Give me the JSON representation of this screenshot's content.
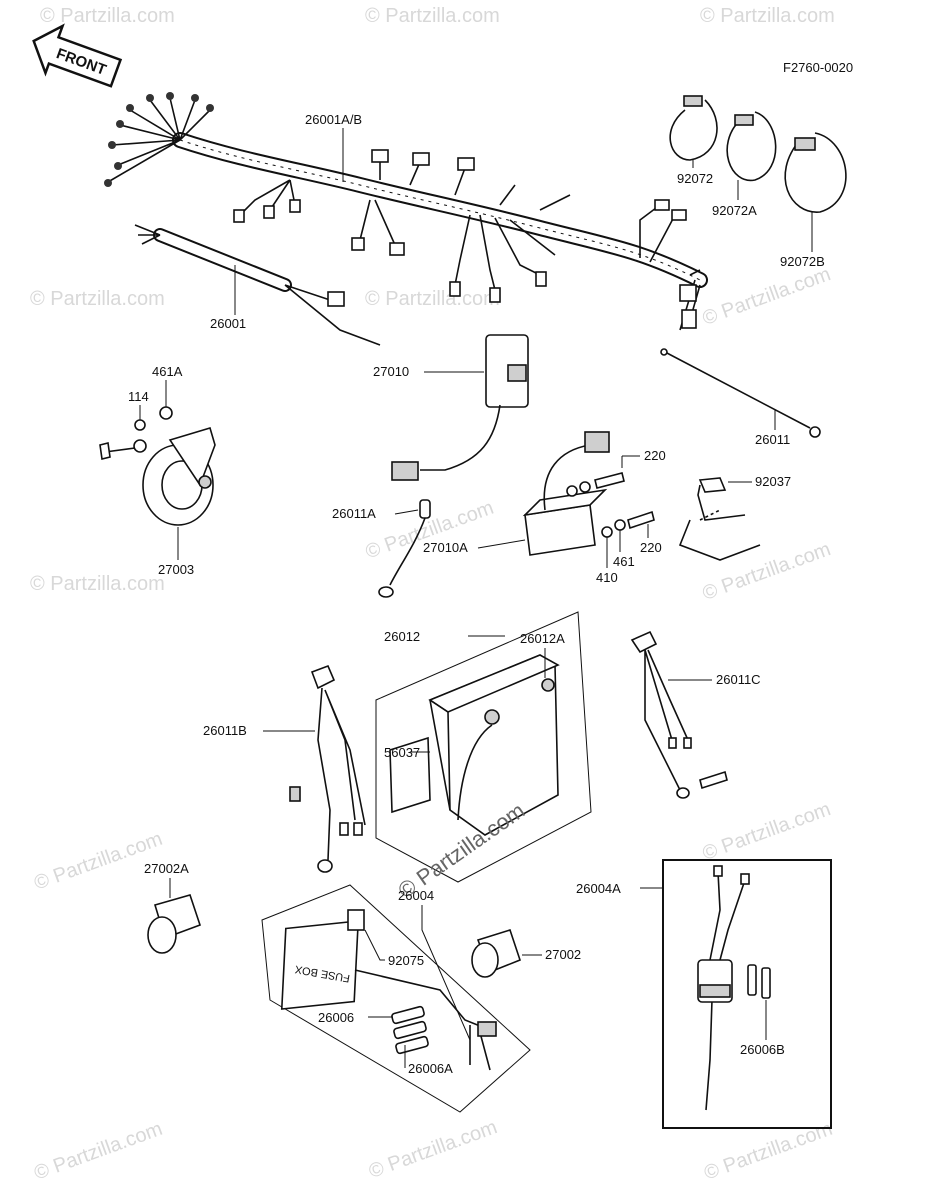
{
  "diagram_code": "F2760-0020",
  "front_label": "FRONT",
  "watermark": "© Partzilla.com",
  "center_watermark": "© Partzilla.com",
  "labels": {
    "harness_main": "26001A/B",
    "harness_sub": "26001",
    "band_a": "92072",
    "band_b": "92072A",
    "band_c": "92072B",
    "rectifier": "27010",
    "lead_ground": "26011",
    "bolt_114": "114",
    "nut_461a": "461A",
    "horn": "27003",
    "lead_26011a": "26011A",
    "bolt_220_top": "220",
    "bracket_92037": "92037",
    "regulator": "27010A",
    "washer_410": "410",
    "washer_461": "461",
    "bolt_220_bot": "220",
    "battery": "26012",
    "battery_case": "26012A",
    "lead_26011c": "26011C",
    "lead_26011b": "26011B",
    "label_56037": "56037",
    "relay_27002a": "27002A",
    "fuse_box": "26004",
    "clip_92075": "92075",
    "relay_27002": "27002",
    "fuse_26006": "26006",
    "fuse_26006a": "26006A",
    "fuse_holder": "26004A",
    "fuse_26006b": "26006B"
  },
  "fuse_box_text": "FUSE BOX"
}
